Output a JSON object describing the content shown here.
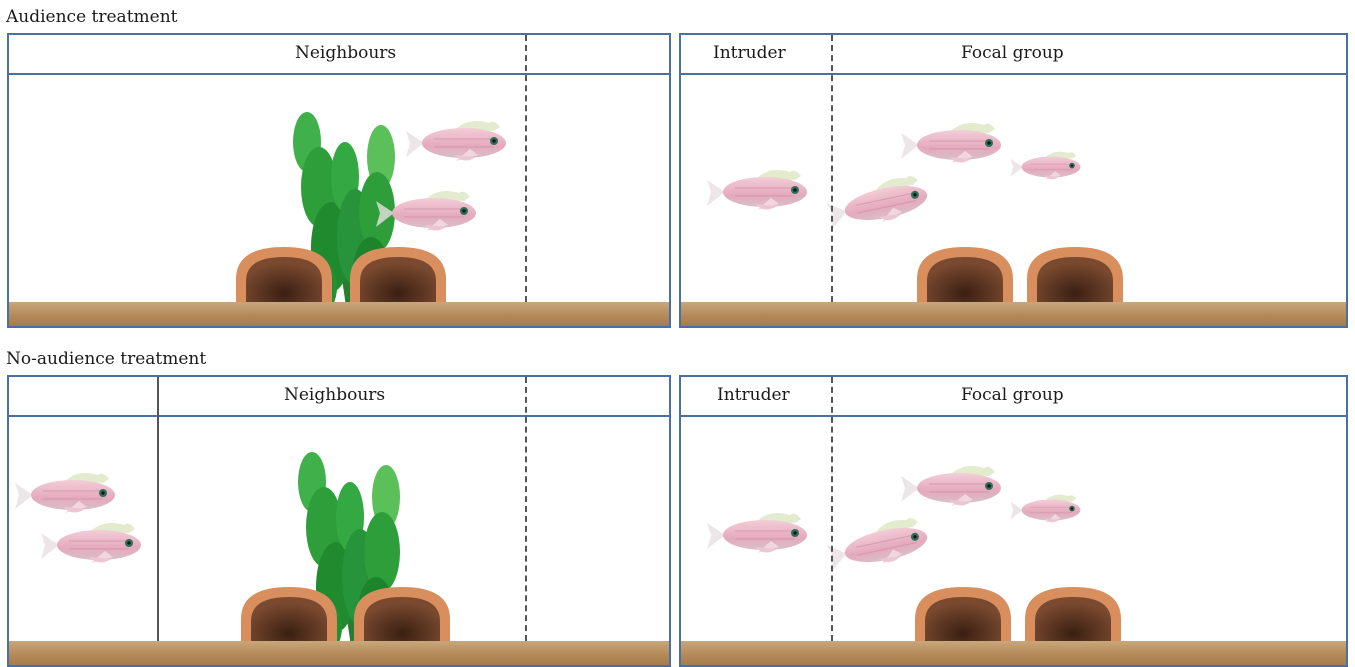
{
  "audience": {
    "title": "Audience treatment",
    "left_tank_label": "Neighbours",
    "right_tank_labels": [
      "Intruder",
      "Focal group"
    ]
  },
  "no_audience": {
    "title": "No-audience treatment",
    "left_tank_label": "Neighbours",
    "right_tank_labels": [
      "Intruder",
      "Focal group"
    ]
  },
  "colors": {
    "tank_border": "#4a6fa5",
    "divider": "#555555",
    "sand": "#b58a5a",
    "fish": "#e8b4c4",
    "plant": "#2e9e3a",
    "pot": "#d98e5e"
  }
}
